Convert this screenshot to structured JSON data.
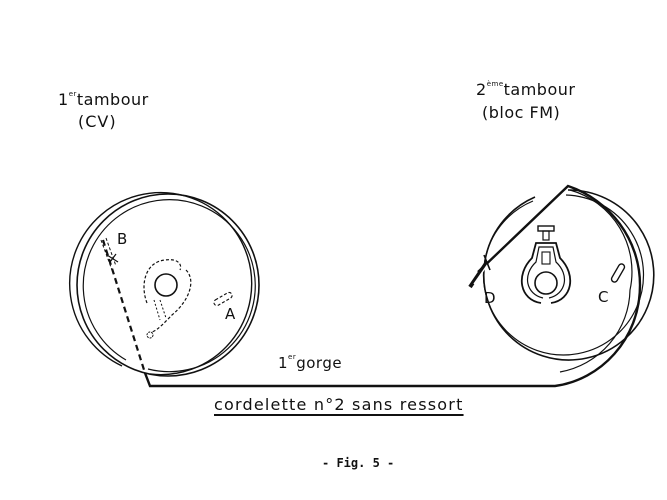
{
  "diagram": {
    "drum1": {
      "title_prefix": "1",
      "title_sup": "er",
      "title_main": "tambour",
      "subtitle": "(CV)",
      "point_b": "B",
      "point_a": "A"
    },
    "drum2": {
      "title_prefix": "2",
      "title_sup": "ème",
      "title_main": "tambour",
      "subtitle": "(bloc FM)",
      "point_d": "D",
      "point_c": "C"
    },
    "gorge": {
      "prefix": "1",
      "sup": "er",
      "main": "gorge"
    },
    "cord_caption": "cordelette n°2 sans ressort",
    "figure_caption": "- Fig. 5 -"
  }
}
